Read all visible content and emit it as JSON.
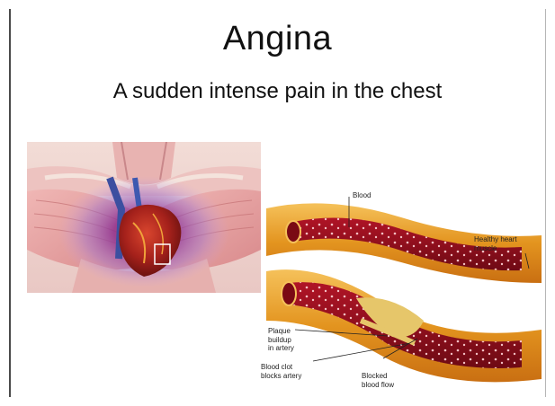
{
  "slide": {
    "title": "Angina",
    "subtitle": "A sudden intense pain in the chest"
  },
  "artery_labels": {
    "blood": "Blood",
    "healthy_heart_muscle": "Healthy heart\nmuscle",
    "plaque_buildup": "Plaque\nbuildup\nin artery",
    "blood_clot": "Blood clot\nblocks artery",
    "blocked_blood_flow": "Blocked\nblood flow"
  },
  "colors": {
    "artery_wall": "#e3941f",
    "blood": "#8e0f1c",
    "plaque": "#e6c66a",
    "muscle": "#e7a1a2"
  }
}
